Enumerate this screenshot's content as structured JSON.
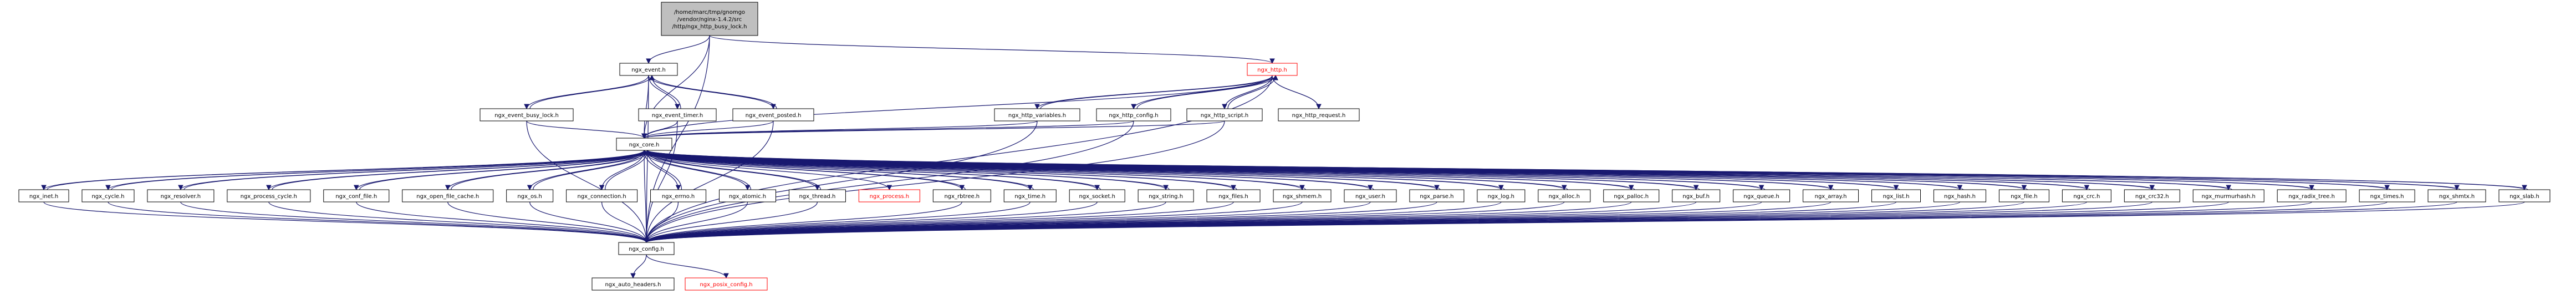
{
  "graph": {
    "colors": {
      "edge": "#191970",
      "box_border": "#000000",
      "missing_border": "#ff0000",
      "focus_fill": "#bfbfbf",
      "background": "#ffffff"
    },
    "nodes": [
      {
        "id": "root",
        "lines": [
          "/home/marc/tmp/gnomgo",
          "/vendor/nginx-1.4.2/src",
          "/http/ngx_http_busy_lock.h"
        ],
        "style": "focus"
      },
      {
        "id": "ngx_event",
        "lines": [
          "ngx_event.h"
        ]
      },
      {
        "id": "ngx_http",
        "lines": [
          "ngx_http.h"
        ],
        "style": "red"
      },
      {
        "id": "ngx_event_busy_lock",
        "lines": [
          "ngx_event_busy_lock.h"
        ]
      },
      {
        "id": "ngx_event_timer",
        "lines": [
          "ngx_event_timer.h"
        ]
      },
      {
        "id": "ngx_event_posted",
        "lines": [
          "ngx_event_posted.h"
        ]
      },
      {
        "id": "ngx_http_variables",
        "lines": [
          "ngx_http_variables.h"
        ]
      },
      {
        "id": "ngx_http_config",
        "lines": [
          "ngx_http_config.h"
        ]
      },
      {
        "id": "ngx_http_script",
        "lines": [
          "ngx_http_script.h"
        ]
      },
      {
        "id": "ngx_http_request",
        "lines": [
          "ngx_http_request.h"
        ]
      },
      {
        "id": "ngx_core",
        "lines": [
          "ngx_core.h"
        ]
      },
      {
        "id": "ngx_inet",
        "lines": [
          "ngx_inet.h"
        ]
      },
      {
        "id": "ngx_cycle",
        "lines": [
          "ngx_cycle.h"
        ]
      },
      {
        "id": "ngx_resolver",
        "lines": [
          "ngx_resolver.h"
        ]
      },
      {
        "id": "ngx_process_cycle",
        "lines": [
          "ngx_process_cycle.h"
        ]
      },
      {
        "id": "ngx_conf_file",
        "lines": [
          "ngx_conf_file.h"
        ]
      },
      {
        "id": "ngx_open_file_cache",
        "lines": [
          "ngx_open_file_cache.h"
        ]
      },
      {
        "id": "ngx_os",
        "lines": [
          "ngx_os.h"
        ]
      },
      {
        "id": "ngx_connection",
        "lines": [
          "ngx_connection.h"
        ]
      },
      {
        "id": "ngx_errno",
        "lines": [
          "ngx_errno.h"
        ]
      },
      {
        "id": "ngx_atomic",
        "lines": [
          "ngx_atomic.h"
        ]
      },
      {
        "id": "ngx_thread",
        "lines": [
          "ngx_thread.h"
        ]
      },
      {
        "id": "ngx_process",
        "lines": [
          "ngx_process.h"
        ],
        "style": "red"
      },
      {
        "id": "ngx_rbtree",
        "lines": [
          "ngx_rbtree.h"
        ]
      },
      {
        "id": "ngx_time",
        "lines": [
          "ngx_time.h"
        ]
      },
      {
        "id": "ngx_socket",
        "lines": [
          "ngx_socket.h"
        ]
      },
      {
        "id": "ngx_string",
        "lines": [
          "ngx_string.h"
        ]
      },
      {
        "id": "ngx_files",
        "lines": [
          "ngx_files.h"
        ]
      },
      {
        "id": "ngx_shmem",
        "lines": [
          "ngx_shmem.h"
        ]
      },
      {
        "id": "ngx_user",
        "lines": [
          "ngx_user.h"
        ]
      },
      {
        "id": "ngx_parse",
        "lines": [
          "ngx_parse.h"
        ]
      },
      {
        "id": "ngx_log",
        "lines": [
          "ngx_log.h"
        ]
      },
      {
        "id": "ngx_alloc",
        "lines": [
          "ngx_alloc.h"
        ]
      },
      {
        "id": "ngx_palloc",
        "lines": [
          "ngx_palloc.h"
        ]
      },
      {
        "id": "ngx_buf",
        "lines": [
          "ngx_buf.h"
        ]
      },
      {
        "id": "ngx_queue",
        "lines": [
          "ngx_queue.h"
        ]
      },
      {
        "id": "ngx_array",
        "lines": [
          "ngx_array.h"
        ]
      },
      {
        "id": "ngx_list",
        "lines": [
          "ngx_list.h"
        ]
      },
      {
        "id": "ngx_hash",
        "lines": [
          "ngx_hash.h"
        ]
      },
      {
        "id": "ngx_file",
        "lines": [
          "ngx_file.h"
        ]
      },
      {
        "id": "ngx_crc",
        "lines": [
          "ngx_crc.h"
        ]
      },
      {
        "id": "ngx_crc32",
        "lines": [
          "ngx_crc32.h"
        ]
      },
      {
        "id": "ngx_murmurhash",
        "lines": [
          "ngx_murmurhash.h"
        ]
      },
      {
        "id": "ngx_radix_tree",
        "lines": [
          "ngx_radix_tree.h"
        ]
      },
      {
        "id": "ngx_times",
        "lines": [
          "ngx_times.h"
        ]
      },
      {
        "id": "ngx_shmtx",
        "lines": [
          "ngx_shmtx.h"
        ]
      },
      {
        "id": "ngx_slab",
        "lines": [
          "ngx_slab.h"
        ]
      },
      {
        "id": "ngx_config",
        "lines": [
          "ngx_config.h"
        ]
      },
      {
        "id": "ngx_auto_headers",
        "lines": [
          "ngx_auto_headers.h"
        ]
      },
      {
        "id": "ngx_posix_config",
        "lines": [
          "ngx_posix_config.h"
        ],
        "style": "red"
      }
    ],
    "edges": [
      [
        "root",
        "ngx_event"
      ],
      [
        "root",
        "ngx_http"
      ],
      [
        "root",
        "ngx_core"
      ],
      [
        "root",
        "ngx_config"
      ],
      [
        "ngx_event",
        "ngx_event_busy_lock"
      ],
      [
        "ngx_event",
        "ngx_event_timer"
      ],
      [
        "ngx_event",
        "ngx_event_posted"
      ],
      [
        "ngx_event",
        "ngx_core"
      ],
      [
        "ngx_event",
        "ngx_config"
      ],
      [
        "ngx_event_busy_lock",
        "ngx_event"
      ],
      [
        "ngx_event_busy_lock",
        "ngx_core"
      ],
      [
        "ngx_event_busy_lock",
        "ngx_config"
      ],
      [
        "ngx_event_timer",
        "ngx_event"
      ],
      [
        "ngx_event_timer",
        "ngx_core"
      ],
      [
        "ngx_event_timer",
        "ngx_config"
      ],
      [
        "ngx_event_posted",
        "ngx_event"
      ],
      [
        "ngx_event_posted",
        "ngx_core"
      ],
      [
        "ngx_event_posted",
        "ngx_config"
      ],
      [
        "ngx_http",
        "ngx_http_variables"
      ],
      [
        "ngx_http",
        "ngx_http_config"
      ],
      [
        "ngx_http",
        "ngx_http_script"
      ],
      [
        "ngx_http",
        "ngx_http_request"
      ],
      [
        "ngx_http",
        "ngx_core"
      ],
      [
        "ngx_http",
        "ngx_config"
      ],
      [
        "ngx_http_variables",
        "ngx_http"
      ],
      [
        "ngx_http_variables",
        "ngx_core"
      ],
      [
        "ngx_http_variables",
        "ngx_config"
      ],
      [
        "ngx_http_config",
        "ngx_http"
      ],
      [
        "ngx_http_config",
        "ngx_core"
      ],
      [
        "ngx_http_config",
        "ngx_config"
      ],
      [
        "ngx_http_script",
        "ngx_http"
      ],
      [
        "ngx_http_script",
        "ngx_core"
      ],
      [
        "ngx_http_script",
        "ngx_config"
      ],
      [
        "ngx_core",
        "ngx_config"
      ],
      [
        "ngx_core",
        "ngx_inet"
      ],
      [
        "ngx_inet",
        "ngx_core"
      ],
      [
        "ngx_inet",
        "ngx_config"
      ],
      [
        "ngx_core",
        "ngx_cycle"
      ],
      [
        "ngx_cycle",
        "ngx_core"
      ],
      [
        "ngx_cycle",
        "ngx_config"
      ],
      [
        "ngx_core",
        "ngx_resolver"
      ],
      [
        "ngx_resolver",
        "ngx_core"
      ],
      [
        "ngx_resolver",
        "ngx_config"
      ],
      [
        "ngx_core",
        "ngx_process_cycle"
      ],
      [
        "ngx_process_cycle",
        "ngx_core"
      ],
      [
        "ngx_process_cycle",
        "ngx_config"
      ],
      [
        "ngx_core",
        "ngx_conf_file"
      ],
      [
        "ngx_conf_file",
        "ngx_core"
      ],
      [
        "ngx_conf_file",
        "ngx_config"
      ],
      [
        "ngx_core",
        "ngx_open_file_cache"
      ],
      [
        "ngx_open_file_cache",
        "ngx_core"
      ],
      [
        "ngx_open_file_cache",
        "ngx_config"
      ],
      [
        "ngx_core",
        "ngx_os"
      ],
      [
        "ngx_os",
        "ngx_core"
      ],
      [
        "ngx_os",
        "ngx_config"
      ],
      [
        "ngx_core",
        "ngx_connection"
      ],
      [
        "ngx_connection",
        "ngx_core"
      ],
      [
        "ngx_connection",
        "ngx_config"
      ],
      [
        "ngx_core",
        "ngx_errno"
      ],
      [
        "ngx_errno",
        "ngx_core"
      ],
      [
        "ngx_errno",
        "ngx_config"
      ],
      [
        "ngx_core",
        "ngx_atomic"
      ],
      [
        "ngx_atomic",
        "ngx_core"
      ],
      [
        "ngx_atomic",
        "ngx_config"
      ],
      [
        "ngx_core",
        "ngx_thread"
      ],
      [
        "ngx_thread",
        "ngx_core"
      ],
      [
        "ngx_thread",
        "ngx_config"
      ],
      [
        "ngx_core",
        "ngx_process"
      ],
      [
        "ngx_core",
        "ngx_rbtree"
      ],
      [
        "ngx_rbtree",
        "ngx_core"
      ],
      [
        "ngx_rbtree",
        "ngx_config"
      ],
      [
        "ngx_core",
        "ngx_time"
      ],
      [
        "ngx_time",
        "ngx_core"
      ],
      [
        "ngx_time",
        "ngx_config"
      ],
      [
        "ngx_core",
        "ngx_socket"
      ],
      [
        "ngx_socket",
        "ngx_core"
      ],
      [
        "ngx_socket",
        "ngx_config"
      ],
      [
        "ngx_core",
        "ngx_string"
      ],
      [
        "ngx_string",
        "ngx_core"
      ],
      [
        "ngx_string",
        "ngx_config"
      ],
      [
        "ngx_core",
        "ngx_files"
      ],
      [
        "ngx_files",
        "ngx_core"
      ],
      [
        "ngx_files",
        "ngx_config"
      ],
      [
        "ngx_core",
        "ngx_shmem"
      ],
      [
        "ngx_shmem",
        "ngx_core"
      ],
      [
        "ngx_shmem",
        "ngx_config"
      ],
      [
        "ngx_core",
        "ngx_user"
      ],
      [
        "ngx_user",
        "ngx_core"
      ],
      [
        "ngx_user",
        "ngx_config"
      ],
      [
        "ngx_core",
        "ngx_parse"
      ],
      [
        "ngx_parse",
        "ngx_core"
      ],
      [
        "ngx_parse",
        "ngx_config"
      ],
      [
        "ngx_core",
        "ngx_log"
      ],
      [
        "ngx_log",
        "ngx_core"
      ],
      [
        "ngx_log",
        "ngx_config"
      ],
      [
        "ngx_core",
        "ngx_alloc"
      ],
      [
        "ngx_alloc",
        "ngx_core"
      ],
      [
        "ngx_alloc",
        "ngx_config"
      ],
      [
        "ngx_core",
        "ngx_palloc"
      ],
      [
        "ngx_palloc",
        "ngx_core"
      ],
      [
        "ngx_palloc",
        "ngx_config"
      ],
      [
        "ngx_core",
        "ngx_buf"
      ],
      [
        "ngx_buf",
        "ngx_core"
      ],
      [
        "ngx_buf",
        "ngx_config"
      ],
      [
        "ngx_core",
        "ngx_queue"
      ],
      [
        "ngx_queue",
        "ngx_core"
      ],
      [
        "ngx_queue",
        "ngx_config"
      ],
      [
        "ngx_core",
        "ngx_array"
      ],
      [
        "ngx_array",
        "ngx_core"
      ],
      [
        "ngx_array",
        "ngx_config"
      ],
      [
        "ngx_core",
        "ngx_list"
      ],
      [
        "ngx_list",
        "ngx_core"
      ],
      [
        "ngx_list",
        "ngx_config"
      ],
      [
        "ngx_core",
        "ngx_hash"
      ],
      [
        "ngx_hash",
        "ngx_core"
      ],
      [
        "ngx_hash",
        "ngx_config"
      ],
      [
        "ngx_core",
        "ngx_file"
      ],
      [
        "ngx_file",
        "ngx_core"
      ],
      [
        "ngx_file",
        "ngx_config"
      ],
      [
        "ngx_core",
        "ngx_crc"
      ],
      [
        "ngx_crc",
        "ngx_core"
      ],
      [
        "ngx_crc",
        "ngx_config"
      ],
      [
        "ngx_core",
        "ngx_crc32"
      ],
      [
        "ngx_crc32",
        "ngx_core"
      ],
      [
        "ngx_crc32",
        "ngx_config"
      ],
      [
        "ngx_core",
        "ngx_murmurhash"
      ],
      [
        "ngx_murmurhash",
        "ngx_core"
      ],
      [
        "ngx_murmurhash",
        "ngx_config"
      ],
      [
        "ngx_core",
        "ngx_radix_tree"
      ],
      [
        "ngx_radix_tree",
        "ngx_core"
      ],
      [
        "ngx_radix_tree",
        "ngx_config"
      ],
      [
        "ngx_core",
        "ngx_times"
      ],
      [
        "ngx_times",
        "ngx_core"
      ],
      [
        "ngx_times",
        "ngx_config"
      ],
      [
        "ngx_core",
        "ngx_shmtx"
      ],
      [
        "ngx_shmtx",
        "ngx_core"
      ],
      [
        "ngx_shmtx",
        "ngx_config"
      ],
      [
        "ngx_core",
        "ngx_slab"
      ],
      [
        "ngx_slab",
        "ngx_core"
      ],
      [
        "ngx_slab",
        "ngx_config"
      ],
      [
        "ngx_config",
        "ngx_auto_headers"
      ],
      [
        "ngx_config",
        "ngx_posix_config"
      ]
    ]
  }
}
